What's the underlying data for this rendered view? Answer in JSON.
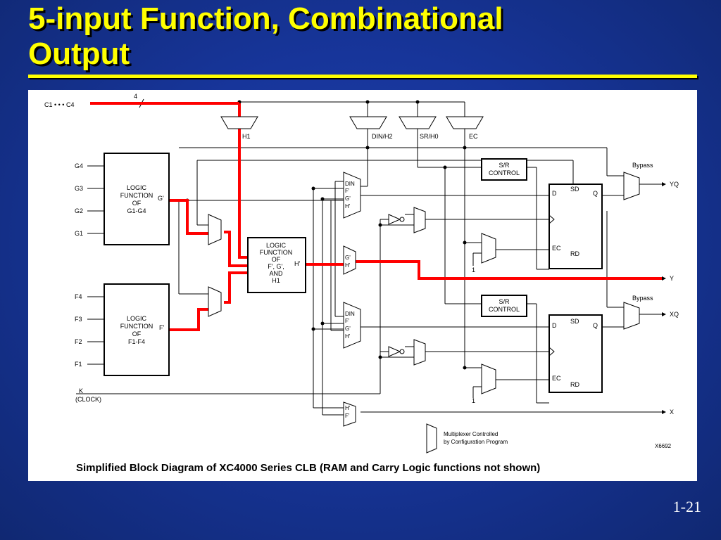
{
  "slide": {
    "title_line1": "5-input Function, Combinational",
    "title_line2": "Output",
    "page_number": "1-21",
    "colors": {
      "background": "#17359a",
      "title": "#ffff00",
      "highlight_path": "#ff0000"
    }
  },
  "diagram": {
    "caption": "Simplified Block Diagram of XC4000 Series CLB (RAM and Carry Logic functions not shown)",
    "part_number": "X6692",
    "bus": {
      "input_label": "C1 • • • C4",
      "width": "4"
    },
    "selectors": {
      "h1": "H1",
      "din_h2": "DIN/H2",
      "sr_h0": "SR/H0",
      "ec": "EC"
    },
    "g_inputs": [
      "G4",
      "G3",
      "G2",
      "G1"
    ],
    "f_inputs": [
      "F4",
      "F3",
      "F2",
      "F1"
    ],
    "clock": {
      "k": "K",
      "note": "(CLOCK)"
    },
    "g_block": {
      "l1": "LOGIC",
      "l2": "FUNCTION",
      "l3": "OF",
      "l4": "G1-G4",
      "out": "G'"
    },
    "f_block": {
      "l1": "LOGIC",
      "l2": "FUNCTION",
      "l3": "OF",
      "l4": "F1-F4",
      "out": "F'"
    },
    "h_block": {
      "l1": "LOGIC",
      "l2": "FUNCTION",
      "l3": "OF",
      "l4": "F', G',",
      "l5": "AND",
      "l6": "H1",
      "out": "H'"
    },
    "mux_upper": [
      "DIN",
      "F'",
      "G'",
      "H'"
    ],
    "mux_lower": [
      "DIN",
      "F'",
      "G'",
      "H'"
    ],
    "mux_y": [
      "G'",
      "H'"
    ],
    "mux_x": [
      "H'",
      "F'"
    ],
    "sr_control": {
      "l1": "S/R",
      "l2": "CONTROL"
    },
    "flipflop": {
      "d": "D",
      "sd": "SD",
      "q": "Q",
      "ec": "EC",
      "rd": "RD"
    },
    "ec_const": "1",
    "bypass": "Bypass",
    "outputs": {
      "yq": "YQ",
      "y": "Y",
      "xq": "XQ",
      "x": "X"
    },
    "legend": {
      "line1": "Multiplexer Controlled",
      "line2": "by Configuration Program"
    }
  }
}
